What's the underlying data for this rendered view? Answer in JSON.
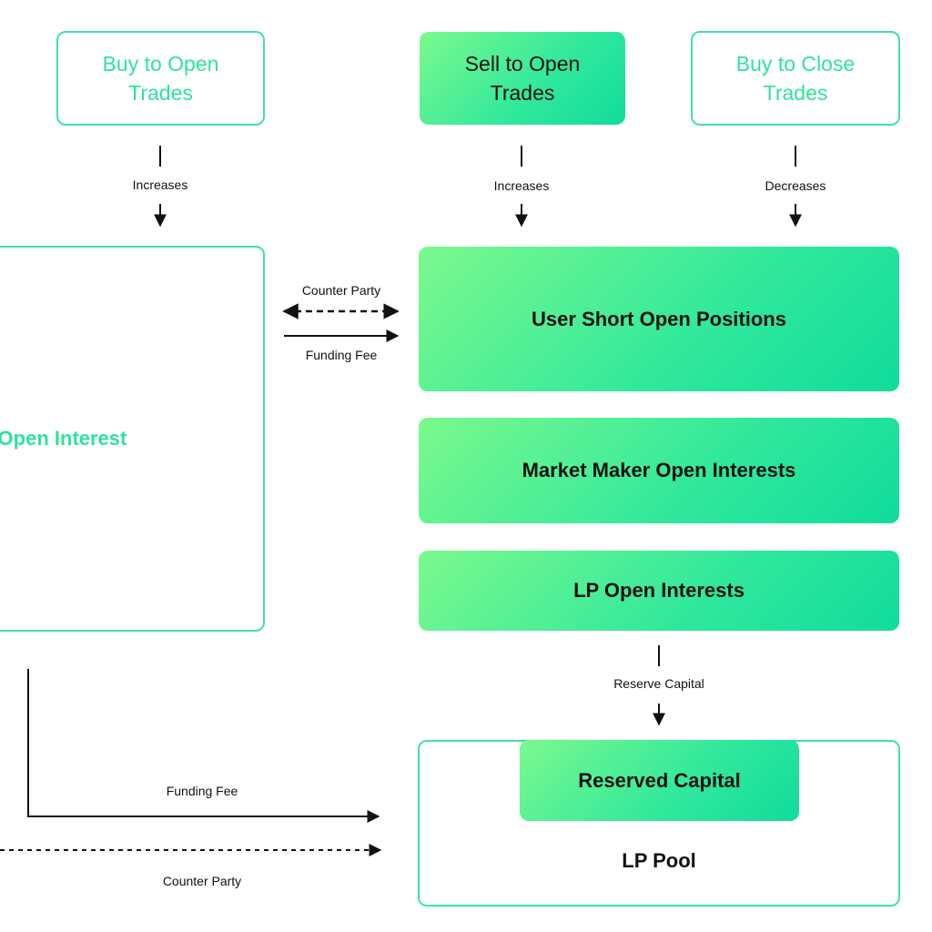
{
  "top_boxes": {
    "buy_open": "Buy to Open\nTrades",
    "sell_open": "Sell to Open\nTrades",
    "buy_close": "Buy to Close\nTrades"
  },
  "edge_labels": {
    "increases_left": "Increases",
    "increases_mid": "Increases",
    "decreases": "Decreases",
    "counter_party_top": "Counter Party",
    "funding_fee_top": "Funding Fee",
    "reserve_capital": "Reserve Capital",
    "funding_fee_bottom": "Funding Fee",
    "counter_party_bottom": "Counter Party"
  },
  "left_panel": {
    "label": "g Open Interest"
  },
  "right_boxes": {
    "user_short": "User Short Open Positions",
    "market_maker": "Market Maker Open Interests",
    "lp_open": "LP Open Interests",
    "reserved_capital": "Reserved Capital",
    "lp_pool": "LP Pool"
  },
  "colors": {
    "accent": "#2fe39b",
    "border": "#3ee3a2",
    "gradient_start": "#7bf98d",
    "gradient_end": "#11dc9c",
    "text": "#111111"
  }
}
